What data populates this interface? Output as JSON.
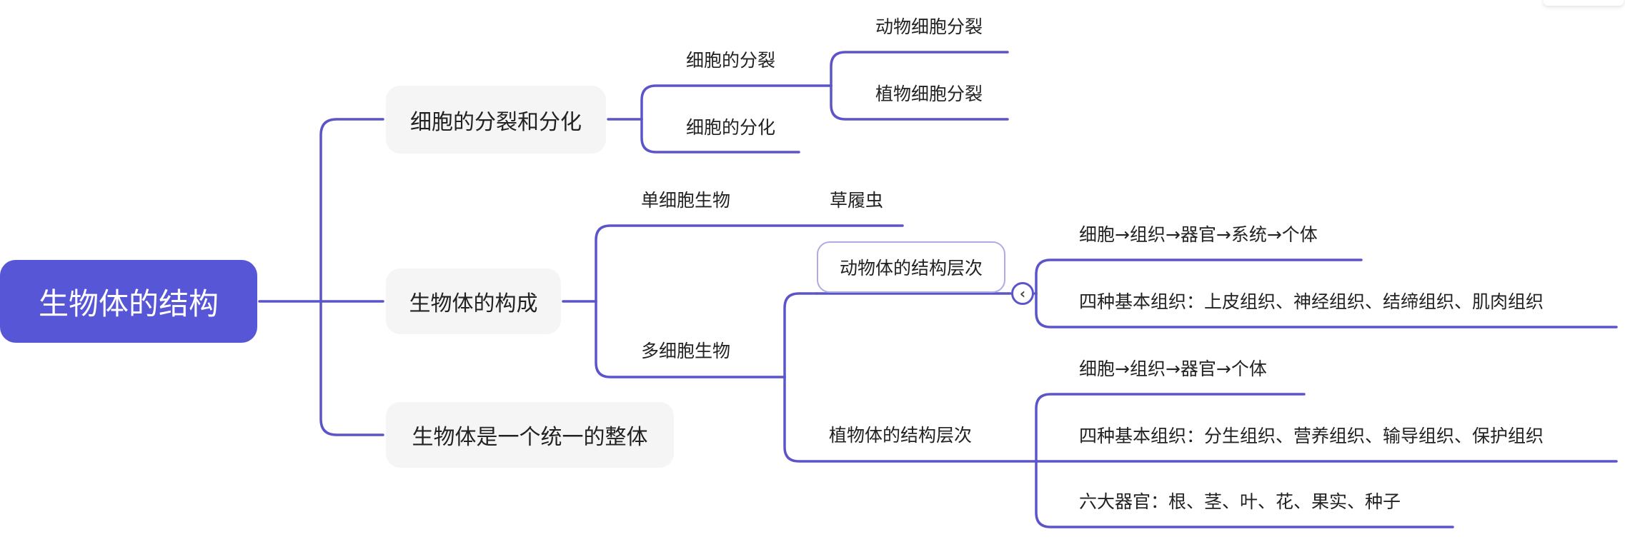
{
  "theme": {
    "accent": "#5756d6",
    "line": "#5b55c9",
    "node_bg": "#f5f5f5",
    "selected_border": "#aeabe6"
  },
  "mindmap": {
    "root": "生物体的结构",
    "branches": [
      {
        "label": "细胞的分裂和分化",
        "children": [
          {
            "label": "细胞的分裂",
            "children": [
              {
                "label": "动物细胞分裂"
              },
              {
                "label": "植物细胞分裂"
              }
            ]
          },
          {
            "label": "细胞的分化"
          }
        ]
      },
      {
        "label": "生物体的构成",
        "children": [
          {
            "label": "单细胞生物",
            "children": [
              {
                "label": "草履虫"
              }
            ]
          },
          {
            "label": "多细胞生物",
            "children": [
              {
                "label": "动物体的结构层次",
                "selected": true,
                "children": [
                  {
                    "label": "细胞→组织→器官→系统→个体"
                  },
                  {
                    "label": "四种基本组织：上皮组织、神经组织、结缔组织、肌肉组织"
                  }
                ]
              },
              {
                "label": "植物体的结构层次",
                "children": [
                  {
                    "label": "细胞→组织→器官→个体"
                  },
                  {
                    "label": "四种基本组织：分生组织、营养组织、输导组织、保护组织"
                  },
                  {
                    "label": "六大器官：根、茎、叶、花、果实、种子"
                  }
                ]
              }
            ]
          }
        ]
      },
      {
        "label": "生物体是一个统一的整体"
      }
    ]
  },
  "collapse_button": {
    "icon": "chevron-left-icon",
    "glyph": "‹"
  }
}
